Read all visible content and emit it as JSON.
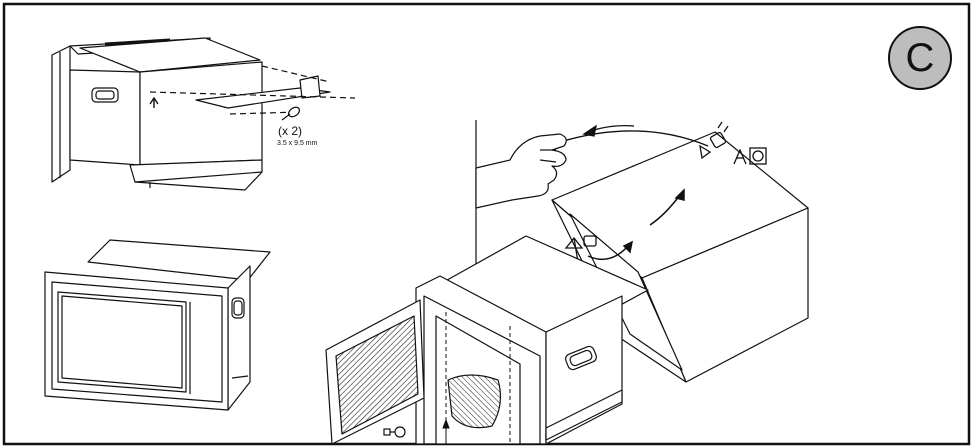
{
  "step": {
    "label": "C"
  },
  "screws": {
    "quantity": "(x 2)",
    "size": "3.5 x 9.5 mm"
  },
  "icons": [
    "screw-icon",
    "cable-tie-icon",
    "plug-icon",
    "cutter-icon",
    "socket-icon",
    "hand-icon",
    "rotation-arrow-icon"
  ],
  "colors": {
    "line": "#111111",
    "badge_fill": "#bdbdbd",
    "background": "#ffffff"
  }
}
